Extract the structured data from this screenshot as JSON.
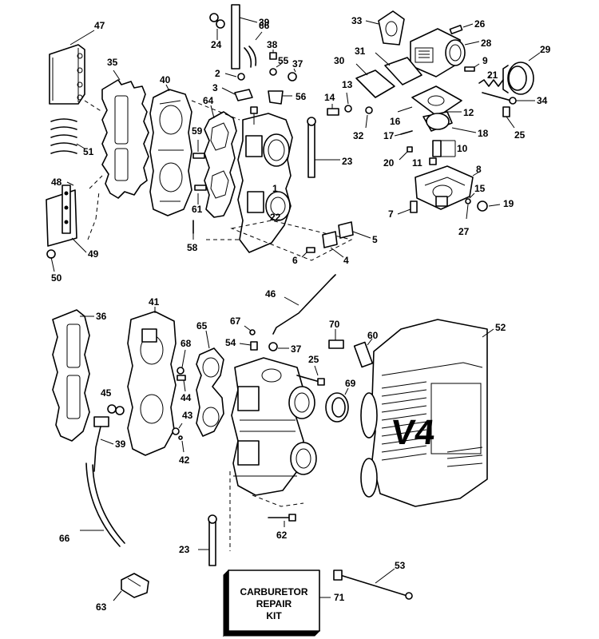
{
  "diagram": {
    "callouts": [
      {
        "id": "c1",
        "text": "1"
      },
      {
        "id": "c2",
        "text": "2"
      },
      {
        "id": "c3",
        "text": "3"
      },
      {
        "id": "c4",
        "text": "4"
      },
      {
        "id": "c5",
        "text": "5"
      },
      {
        "id": "c6",
        "text": "6"
      },
      {
        "id": "c7",
        "text": "7"
      },
      {
        "id": "c8",
        "text": "8"
      },
      {
        "id": "c9",
        "text": "9"
      },
      {
        "id": "c10",
        "text": "10"
      },
      {
        "id": "c11",
        "text": "11"
      },
      {
        "id": "c12",
        "text": "12"
      },
      {
        "id": "c13",
        "text": "13"
      },
      {
        "id": "c14",
        "text": "14"
      },
      {
        "id": "c15",
        "text": "15"
      },
      {
        "id": "c16",
        "text": "16"
      },
      {
        "id": "c17",
        "text": "17"
      },
      {
        "id": "c18",
        "text": "18"
      },
      {
        "id": "c19",
        "text": "19"
      },
      {
        "id": "c20",
        "text": "20"
      },
      {
        "id": "c21",
        "text": "21"
      },
      {
        "id": "c22",
        "text": "22"
      },
      {
        "id": "c23a",
        "text": "23"
      },
      {
        "id": "c23b",
        "text": "23"
      },
      {
        "id": "c24",
        "text": "24"
      },
      {
        "id": "c25a",
        "text": "25"
      },
      {
        "id": "c25b",
        "text": "25"
      },
      {
        "id": "c26",
        "text": "26"
      },
      {
        "id": "c27",
        "text": "27"
      },
      {
        "id": "c28",
        "text": "28"
      },
      {
        "id": "c29",
        "text": "29"
      },
      {
        "id": "c30",
        "text": "30"
      },
      {
        "id": "c31",
        "text": "31"
      },
      {
        "id": "c32",
        "text": "32"
      },
      {
        "id": "c33",
        "text": "33"
      },
      {
        "id": "c34",
        "text": "34"
      },
      {
        "id": "c35",
        "text": "35"
      },
      {
        "id": "c36",
        "text": "36"
      },
      {
        "id": "c37a",
        "text": "37"
      },
      {
        "id": "c37b",
        "text": "37"
      },
      {
        "id": "c38",
        "text": "38"
      },
      {
        "id": "c39a",
        "text": "39"
      },
      {
        "id": "c39b",
        "text": "39"
      },
      {
        "id": "c40",
        "text": "40"
      },
      {
        "id": "c41",
        "text": "41"
      },
      {
        "id": "c42",
        "text": "42"
      },
      {
        "id": "c43",
        "text": "43"
      },
      {
        "id": "c44",
        "text": "44"
      },
      {
        "id": "c45",
        "text": "45"
      },
      {
        "id": "c46",
        "text": "46"
      },
      {
        "id": "c47",
        "text": "47"
      },
      {
        "id": "c48",
        "text": "48"
      },
      {
        "id": "c49",
        "text": "49"
      },
      {
        "id": "c50",
        "text": "50"
      },
      {
        "id": "c51",
        "text": "51"
      },
      {
        "id": "c52",
        "text": "52"
      },
      {
        "id": "c53",
        "text": "53"
      },
      {
        "id": "c54",
        "text": "54"
      },
      {
        "id": "c55",
        "text": "55"
      },
      {
        "id": "c56",
        "text": "56"
      },
      {
        "id": "c58",
        "text": "58"
      },
      {
        "id": "c59",
        "text": "59"
      },
      {
        "id": "c60",
        "text": "60"
      },
      {
        "id": "c61",
        "text": "61"
      },
      {
        "id": "c62",
        "text": "62"
      },
      {
        "id": "c63",
        "text": "63"
      },
      {
        "id": "c64",
        "text": "64"
      },
      {
        "id": "c65",
        "text": "65"
      },
      {
        "id": "c66a",
        "text": "66"
      },
      {
        "id": "c66b",
        "text": "66"
      },
      {
        "id": "c67",
        "text": "67"
      },
      {
        "id": "c68",
        "text": "68"
      },
      {
        "id": "c69",
        "text": "69"
      },
      {
        "id": "c70",
        "text": "70"
      },
      {
        "id": "c71",
        "text": "71"
      }
    ],
    "kit_label": {
      "line1": "CARBURETOR",
      "line2": "REPAIR",
      "line3": "KIT"
    },
    "cover_badge": "V4"
  }
}
